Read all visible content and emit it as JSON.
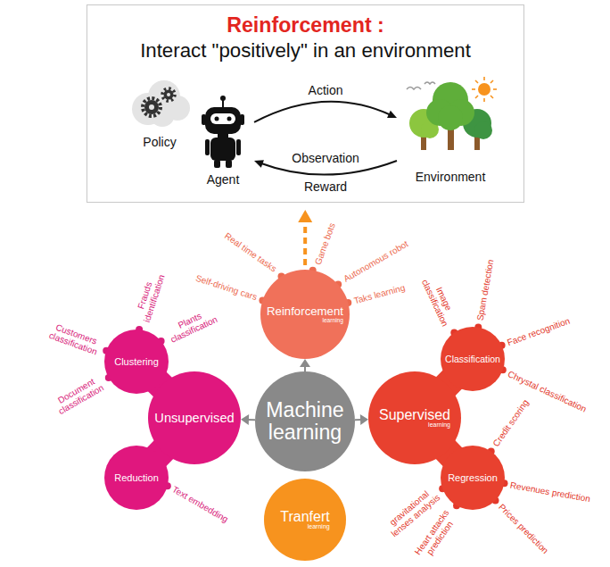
{
  "diagram": {
    "nodes": [
      {
        "text": [
          "Reinforcement :",
          "Interact \"positively\" in an environment"
        ]
      },
      {
        "text": [
          "Policy"
        ],
        "in": 0
      },
      {
        "text": [
          "Agent"
        ],
        "in": 0
      },
      {
        "text": [
          "Environment"
        ],
        "in": 0
      },
      {
        "text": [
          "Reinforcement",
          "learning"
        ]
      },
      {
        "text": [
          "Clustering"
        ]
      },
      {
        "text": [
          "Classification"
        ]
      },
      {
        "text": [
          "Unsupervised"
        ]
      },
      {
        "text": [
          "Machine learning"
        ]
      },
      {
        "text": [
          "Supervised",
          "learning"
        ]
      },
      {
        "text": [
          "Reduction"
        ]
      },
      {
        "text": [
          "Regression"
        ]
      },
      {
        "text": [
          "Tranfert",
          "learning"
        ]
      }
    ],
    "edges": [
      {
        "from": 2,
        "to": 3,
        "label": "Action",
        "arrow": "to"
      },
      {
        "from": 3,
        "to": 2,
        "label": "Observation",
        "arrow": "to"
      },
      {
        "from": 4,
        "to": 0,
        "arrow": "to"
      },
      {
        "from": 8,
        "to": 4,
        "arrow": "to"
      },
      {
        "from": 8,
        "to": 7,
        "arrow": "to"
      },
      {
        "from": 8,
        "to": 9,
        "arrow": "to"
      },
      {
        "from": 7,
        "to": 5,
        "arrow": "none"
      },
      {
        "from": 7,
        "to": 10,
        "arrow": "none"
      },
      {
        "from": 9,
        "to": 6,
        "arrow": "none"
      },
      {
        "from": 9,
        "to": 11,
        "arrow": "none"
      }
    ],
    "labels": [
      "Reward",
      "Real time tasks",
      "Game bots",
      "Autonomous robot",
      "Self-driving cars",
      "Taks learning",
      "Frauds identification",
      "Plants classification",
      "Spam detection",
      "Image classification",
      "Customers classification",
      "Face recognition",
      "Chrystal classification",
      "Document classification",
      "Credit scoring",
      "Revenues prediction",
      "Text embedding",
      "gravitational lenses analysis",
      "Prices prediction",
      "Heart attacks prediction"
    ]
  }
}
